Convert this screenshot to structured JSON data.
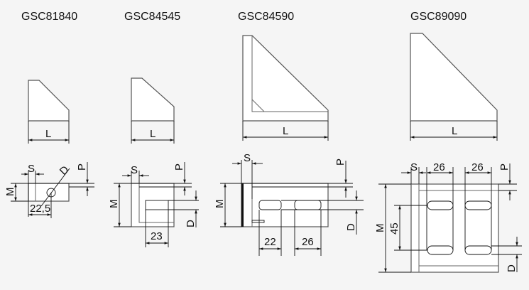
{
  "models": [
    {
      "title": "GSC81840",
      "length_label": "L",
      "dims": {
        "s": "S",
        "d": "D",
        "p": "P",
        "m": "M",
        "offset": "22,5"
      }
    },
    {
      "title": "GSC84545",
      "length_label": "L",
      "dims": {
        "s": "S",
        "d": "D",
        "p": "P",
        "m": "M",
        "offset": "23"
      }
    },
    {
      "title": "GSC84590",
      "length_label": "L",
      "dims": {
        "s": "S",
        "d": "D",
        "p": "P",
        "m": "M",
        "offset": "22",
        "pitch": "26"
      }
    },
    {
      "title": "GSC89090",
      "length_label": "L",
      "dims": {
        "s": "S",
        "d": "D",
        "p": "P",
        "m": "M",
        "pitch_a": "26",
        "pitch_b": "26",
        "vertical": "45"
      }
    }
  ]
}
